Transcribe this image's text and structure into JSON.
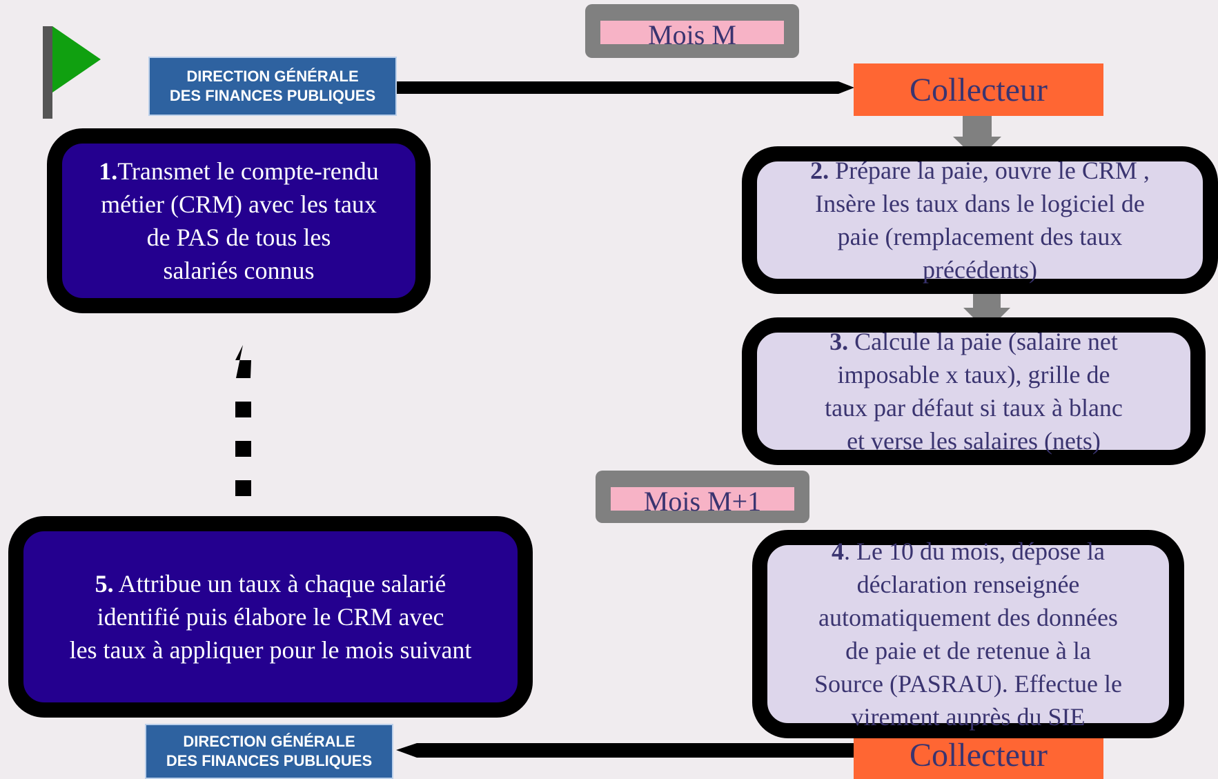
{
  "months": {
    "m": "Mois M",
    "m1": "Mois M+1"
  },
  "dgfip": {
    "line1": "DIRECTION GÉNÉRALE",
    "line2": "DES FINANCES PUBLIQUES"
  },
  "collecteur_label": "Collecteur",
  "steps": {
    "s1": {
      "num": "1.",
      "lines": [
        "Transmet le compte-rendu",
        "métier (CRM) avec les taux",
        "de PAS de tous les",
        "salariés connus"
      ]
    },
    "s2": {
      "num": "2.",
      "lines": [
        " Prépare la paie, ouvre le CRM ,",
        "Insère les taux dans le logiciel de",
        "paie (remplacement des taux",
        "précédents)"
      ]
    },
    "s3": {
      "num": "3.",
      "lines": [
        " Calcule la paie (salaire net",
        "imposable x taux), grille de",
        "taux par défaut si taux à blanc",
        "et verse les salaires (nets)"
      ]
    },
    "s4": {
      "num": "4",
      "lines": [
        ". Le 10 du mois, dépose la",
        "déclaration  renseignée",
        "automatiquement des données",
        "de paie et de retenue à la",
        "Source (PASRAU). Effectue le",
        "virement auprès du SIE"
      ]
    },
    "s5": {
      "num": "5.",
      "lines": [
        " Attribue un taux à chaque salarié",
        "identifié puis élabore le CRM avec",
        "les taux à appliquer pour le mois suivant"
      ]
    }
  },
  "colors": {
    "background": "#f0ecef",
    "dark_box": "#24008f",
    "light_box": "#ddd6eb",
    "collecteur": "#ff6633",
    "dgfip": "#2e62a0",
    "mois_label": "#f7b3c6",
    "mois_frame": "#808080",
    "flag": "#10a010",
    "connector_gray": "#808080"
  }
}
